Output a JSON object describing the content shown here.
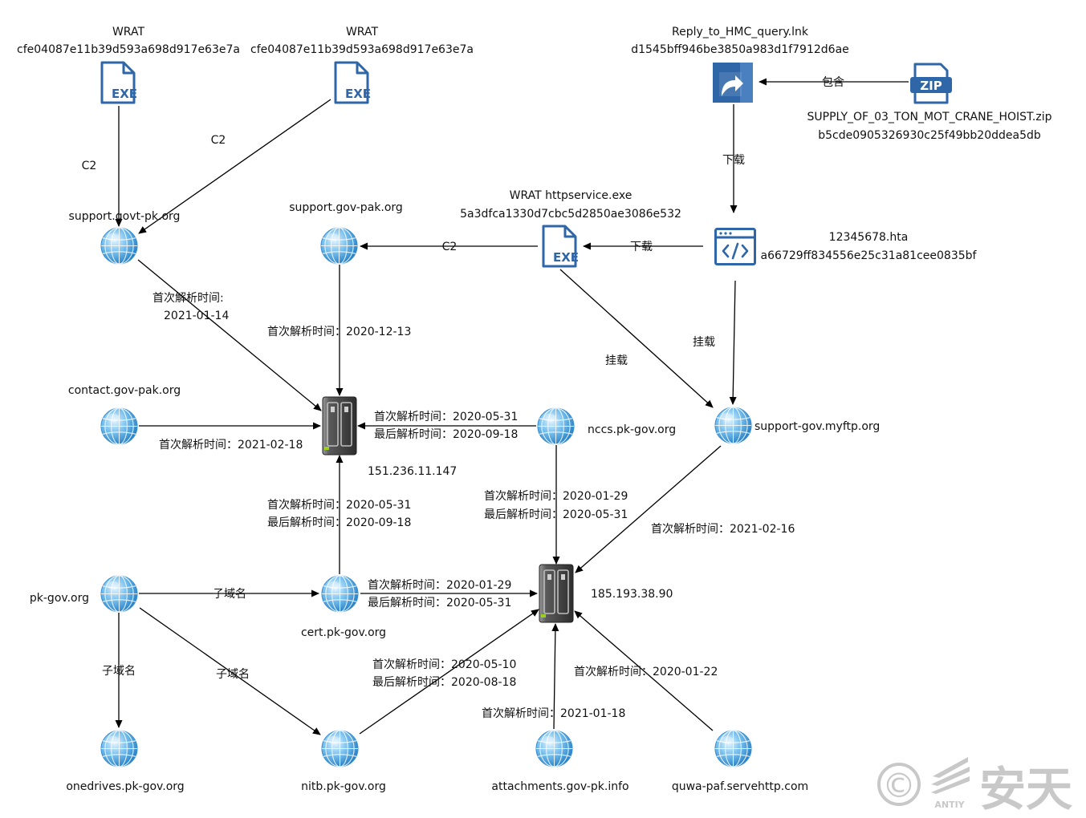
{
  "nodes": {
    "wrat1": {
      "name": "WRAT",
      "hash": "cfe04087e11b39d593a698d917e63e7a",
      "icon": "exe-file-icon",
      "badge": "EXE"
    },
    "wrat2": {
      "name": "WRAT",
      "hash": "cfe04087e11b39d593a698d917e63e7a",
      "icon": "exe-file-icon",
      "badge": "EXE"
    },
    "lnk": {
      "name": "Reply_to_HMC_query.lnk",
      "hash": "d1545bff946be3850a983d1f7912d6ae",
      "icon": "shortcut-icon"
    },
    "zip": {
      "name": "SUPPLY_OF_03_TON_MOT_CRANE_HOIST.zip",
      "hash": "b5cde0905326930c25f49bb20ddea5db",
      "icon": "zip-file-icon",
      "badge": "ZIP"
    },
    "httpservice": {
      "name": "WRAT httpservice.exe",
      "hash": "5a3dfca1330d7cbc5d2850ae3086e532",
      "icon": "exe-file-icon",
      "badge": "EXE"
    },
    "hta": {
      "name": "12345678.hta",
      "hash": "a66729ff834556e25c31a81cee0835bf",
      "icon": "code-window-icon"
    },
    "support_govt_pk": {
      "name": "support.govt-pk.org",
      "icon": "globe-icon"
    },
    "support_gov_pak": {
      "name": "support.gov-pak.org",
      "icon": "globe-icon"
    },
    "contact_gov_pak": {
      "name": "contact.gov-pak.org",
      "icon": "globe-icon"
    },
    "nccs": {
      "name": "nccs.pk-gov.org",
      "icon": "globe-icon"
    },
    "support_myftp": {
      "name": "support-gov.myftp.org",
      "icon": "globe-icon"
    },
    "ip1": {
      "name": "151.236.11.147",
      "icon": "server-icon"
    },
    "ip2": {
      "name": "185.193.38.90",
      "icon": "server-icon"
    },
    "pkgov": {
      "name": "pk-gov.org",
      "icon": "globe-icon"
    },
    "cert": {
      "name": "cert.pk-gov.org",
      "icon": "globe-icon"
    },
    "onedrives": {
      "name": "onedrives.pk-gov.org",
      "icon": "globe-icon"
    },
    "nitb": {
      "name": "nitb.pk-gov.org",
      "icon": "globe-icon"
    },
    "attachments": {
      "name": "attachments.gov-pk.info",
      "icon": "globe-icon"
    },
    "quwa": {
      "name": "quwa-paf.servehttp.com",
      "icon": "globe-icon"
    }
  },
  "edges": {
    "wrat1_c2": "C2",
    "wrat2_c2": "C2",
    "zip_contains": "包含",
    "lnk_download": "下载",
    "hta_download": "下载",
    "http_c2": "C2",
    "http_mount": "挂载",
    "hta_mount": "挂载",
    "govtpk_first_1": "首次解析时间:",
    "govtpk_first_2": "2021-01-14",
    "govpak_first": "首次解析时间：2020-12-13",
    "contact_first": "首次解析时间：2021-02-18",
    "nccs_ip1_first": "首次解析时间：2020-05-31",
    "nccs_ip1_last": "最后解析时间：2020-09-18",
    "cert_ip1_first": "首次解析时间：2020-05-31",
    "cert_ip1_last": "最后解析时间：2020-09-18",
    "nccs_ip2_first": "首次解析时间：2020-01-29",
    "nccs_ip2_last": "最后解析时间：2020-05-31",
    "myftp_first": "首次解析时间：2021-02-16",
    "cert_ip2_first": "首次解析时间：2020-01-29",
    "cert_ip2_last": "最后解析时间：2020-05-31",
    "pkgov_cert_sub": "子域名",
    "pkgov_onedrives_sub": "子域名",
    "pkgov_nitb_sub": "子域名",
    "nitb_first": "首次解析时间：2020-05-10",
    "nitb_last": "最后解析时间：2020-08-18",
    "attach_first": "首次解析时间：2021-01-18",
    "quwa_first": "首次解析时间：2020-01-22"
  },
  "watermark": {
    "copyright": "©",
    "brand_cn": "安天",
    "brand_en": "ANTIY"
  },
  "colors": {
    "icon_blue": "#2e66a8",
    "globe_light": "#bfe3f7",
    "globe_mid": "#58aee8",
    "globe_dark": "#1f7cc4",
    "server_dark": "#3d3d3d",
    "server_light": "#9a9a9a",
    "server_led": "#9ad11a",
    "watermark": "#c8c8c8"
  }
}
